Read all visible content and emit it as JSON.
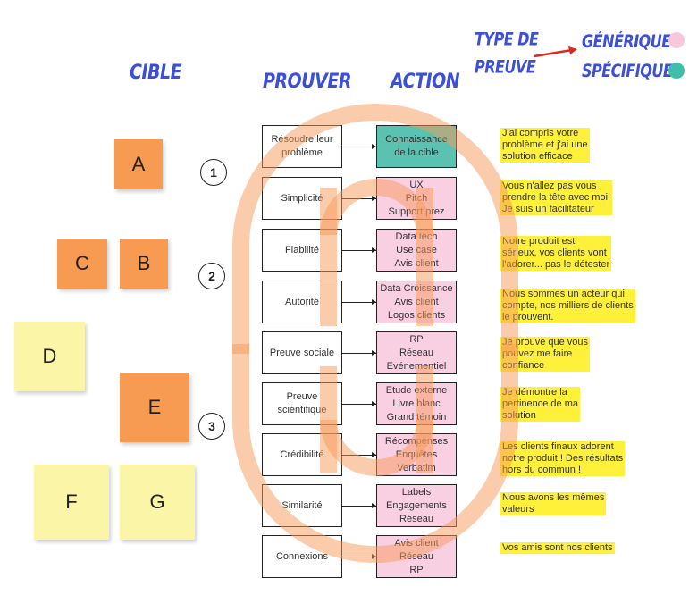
{
  "headers": {
    "cible": "CIBLE",
    "prouver": "PROUVER",
    "action": "ACTION",
    "type_de_preuve_line1": "TYPE DE",
    "type_de_preuve_line2": "PREUVE",
    "generique": "GÉNÉRIQUE",
    "specifique": "SPÉCIFIQUE"
  },
  "colors": {
    "generique": "#f9c7dc",
    "specifique": "#3fbfaa",
    "header": "#3b4fd8",
    "arrow": "#e0251b",
    "orange_sticky": "#f79a52",
    "yellow_sticky": "#fbf5a7",
    "note": "#fff03a"
  },
  "cibles": [
    "A",
    "B",
    "C",
    "D",
    "E",
    "F",
    "G"
  ],
  "steps": [
    "1",
    "2",
    "3"
  ],
  "rows": [
    {
      "prouver": "Résoudre leur problème",
      "action": [
        "Connaissance",
        "de la cible"
      ],
      "type": "specifique",
      "note": [
        "J'ai compris votre",
        "problème et j'ai une",
        "solution efficace"
      ]
    },
    {
      "prouver": "Simplicité",
      "action": [
        "UX",
        "Pitch",
        "Support prez"
      ],
      "type": "generique",
      "note": [
        "Vous n'allez pas vous",
        "prendre la tête avec moi.",
        "Je suis un facilitateur"
      ]
    },
    {
      "prouver": "Fiabilité",
      "action": [
        "Data tech",
        "Use case",
        "Avis client"
      ],
      "type": "generique",
      "note": [
        "Notre produit est",
        "sérieux, vos clients vont",
        "l'adorer... pas le détester"
      ]
    },
    {
      "prouver": "Autorité",
      "action": [
        "Data Croissance",
        "Avis client",
        "Logos clients"
      ],
      "type": "generique",
      "note": [
        "Nous sommes un acteur qui",
        "compte, nos milliers de clients",
        "le prouvent."
      ]
    },
    {
      "prouver": "Preuve sociale",
      "action": [
        "RP",
        "Réseau",
        "Evénementiel"
      ],
      "type": "generique",
      "note": [
        "Je prouve que vous",
        "pouvez me faire",
        "confiance"
      ]
    },
    {
      "prouver": "Preuve scientifique",
      "action": [
        "Etude externe",
        "Livre blanc",
        "Grand témoin"
      ],
      "type": "generique",
      "note": [
        "Je démontre la",
        "pertinence de ma",
        "solution"
      ]
    },
    {
      "prouver": "Crédibilité",
      "action": [
        "Récompenses",
        "Enquêtes",
        "Verbatim"
      ],
      "type": "generique",
      "note": [
        "Les clients finaux adorent",
        "notre produit ! Des résultats",
        "hors du commun !"
      ]
    },
    {
      "prouver": "Similarité",
      "action": [
        "Labels",
        "Engagements",
        "Réseau"
      ],
      "type": "generique",
      "note": [
        "Nous avons les mêmes",
        "valeurs"
      ]
    },
    {
      "prouver": "Connexions",
      "action": [
        "Avis client",
        "Réseau",
        "RP"
      ],
      "type": "generique",
      "note": [
        "Vos amis sont nos clients"
      ]
    }
  ]
}
